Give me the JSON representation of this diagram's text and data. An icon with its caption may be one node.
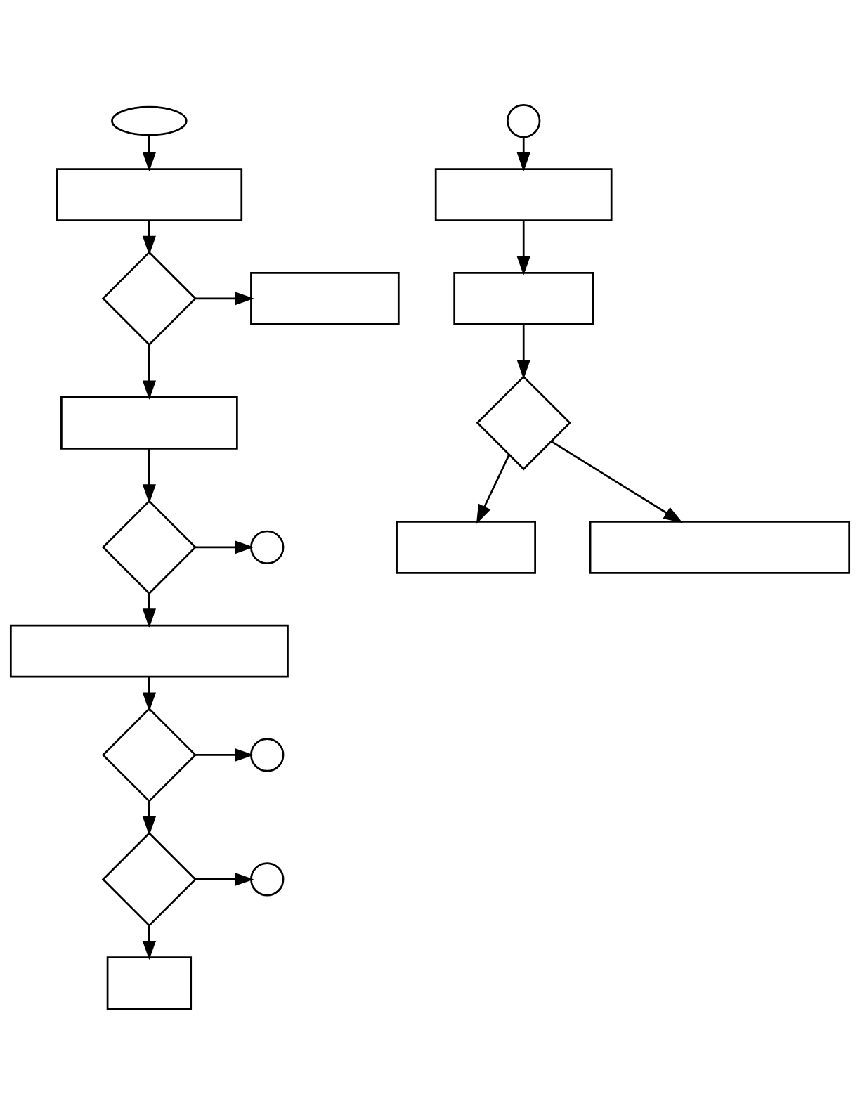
{
  "diagram": {
    "nodes": [
      {
        "text": [],
        "shape": "oval"
      },
      {
        "text": [],
        "shape": "box"
      },
      {
        "text": [],
        "shape": "diamond"
      },
      {
        "text": [],
        "shape": "box"
      },
      {
        "text": [],
        "shape": "circle"
      },
      {
        "text": [],
        "shape": "box"
      },
      {
        "text": [],
        "shape": "box"
      },
      {
        "text": [],
        "shape": "circle"
      },
      {
        "text": [],
        "shape": "diamond"
      },
      {
        "text": [],
        "shape": "box"
      },
      {
        "text": [],
        "shape": "box"
      },
      {
        "text": [],
        "shape": "diamond"
      },
      {
        "text": [],
        "shape": "circle"
      },
      {
        "text": [],
        "shape": "diamond"
      },
      {
        "text": [],
        "shape": "box"
      },
      {
        "text": [],
        "shape": "box"
      },
      {
        "text": [],
        "shape": "circle"
      },
      {
        "text": [],
        "shape": "diamond"
      },
      {
        "text": [],
        "shape": "box"
      }
    ],
    "edges": [
      {
        "from": 0,
        "to": 1,
        "arrow": "to"
      },
      {
        "from": 1,
        "to": 2,
        "arrow": "to"
      },
      {
        "from": 2,
        "to": 3,
        "arrow": "to"
      },
      {
        "from": 2,
        "to": 5,
        "arrow": "to"
      },
      {
        "from": 5,
        "to": 8,
        "arrow": "to"
      },
      {
        "from": 8,
        "to": 7,
        "arrow": "to"
      },
      {
        "from": 8,
        "to": 10,
        "arrow": "to"
      },
      {
        "from": 10,
        "to": 13,
        "arrow": "to"
      },
      {
        "from": 13,
        "to": 12,
        "arrow": "to"
      },
      {
        "from": 13,
        "to": 17,
        "arrow": "to"
      },
      {
        "from": 17,
        "to": 16,
        "arrow": "to"
      },
      {
        "from": 17,
        "to": 18,
        "arrow": "to"
      },
      {
        "from": 4,
        "to": 6,
        "arrow": "to"
      },
      {
        "from": 6,
        "to": 9,
        "arrow": "to"
      },
      {
        "from": 9,
        "to": 11,
        "arrow": "to"
      },
      {
        "from": 11,
        "to": 14,
        "arrow": "to"
      },
      {
        "from": 11,
        "to": 15,
        "arrow": "to"
      }
    ]
  }
}
